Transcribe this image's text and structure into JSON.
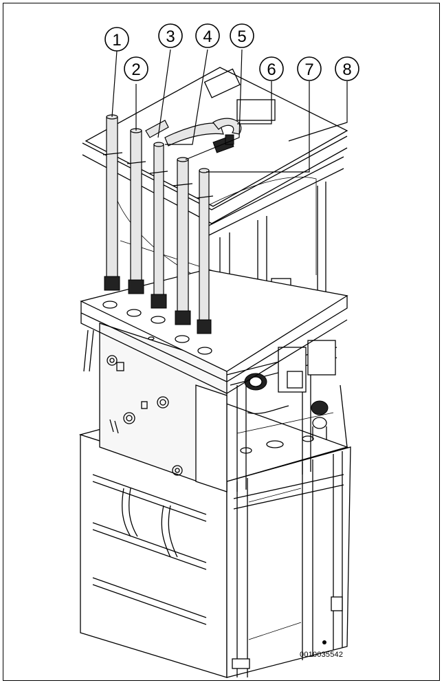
{
  "callouts": [
    "1",
    "2",
    "3",
    "4",
    "5",
    "6",
    "7",
    "8"
  ],
  "doc_id": "0010035542"
}
